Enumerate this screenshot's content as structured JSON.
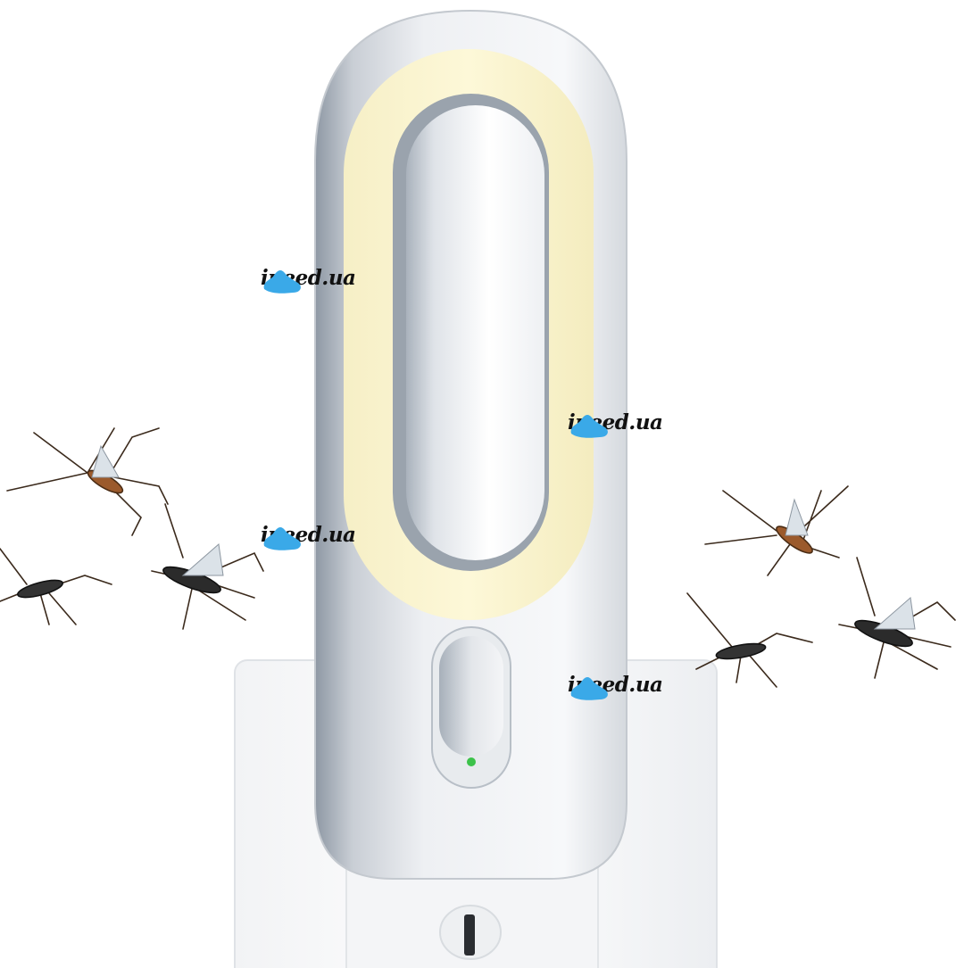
{
  "product": {
    "name": "",
    "indicator_led_color": "#3cc24a",
    "light_ring_color": "#fbf5cf",
    "body_color": "#eef0f3",
    "shadow_color": "#9aa3ad"
  },
  "watermarks": [
    {
      "text": "ineed.ua",
      "logo_color": "#3aa9e8"
    },
    {
      "text": "ineed.ua",
      "logo_color": "#3aa9e8"
    },
    {
      "text": "ineed.ua",
      "logo_color": "#3aa9e8"
    },
    {
      "text": "ineed.ua",
      "logo_color": "#3aa9e8"
    }
  ],
  "decorations": {
    "insects": [
      "mosquito-icon",
      "mosquito-icon",
      "mosquito-icon",
      "mosquito-icon",
      "mosquito-icon",
      "mosquito-icon"
    ]
  }
}
